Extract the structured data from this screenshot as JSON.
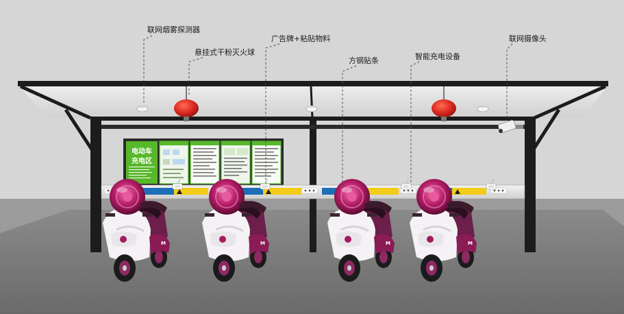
{
  "callouts": {
    "smoke_detector": "联网烟雾探测器",
    "fire_extinguisher": "悬挂式干粉灭火球",
    "ad_board": "广告牌+粘贴物料",
    "steel_strip": "方钢贴条",
    "charging_device": "智能充电设备",
    "camera": "联网摄像头"
  },
  "board": {
    "title_line1": "电动车",
    "title_line2": "充电区"
  },
  "colors": {
    "frame": "#1c1c1c",
    "board_green": "#57b82a",
    "extinguisher_red": "#d8281e",
    "ground": "#7b7b7b",
    "wall": "#d6d6d6",
    "strip_yellow": "#f2cc19",
    "strip_blue": "#1f6fb8",
    "scooter_magenta": "#b31d66"
  }
}
